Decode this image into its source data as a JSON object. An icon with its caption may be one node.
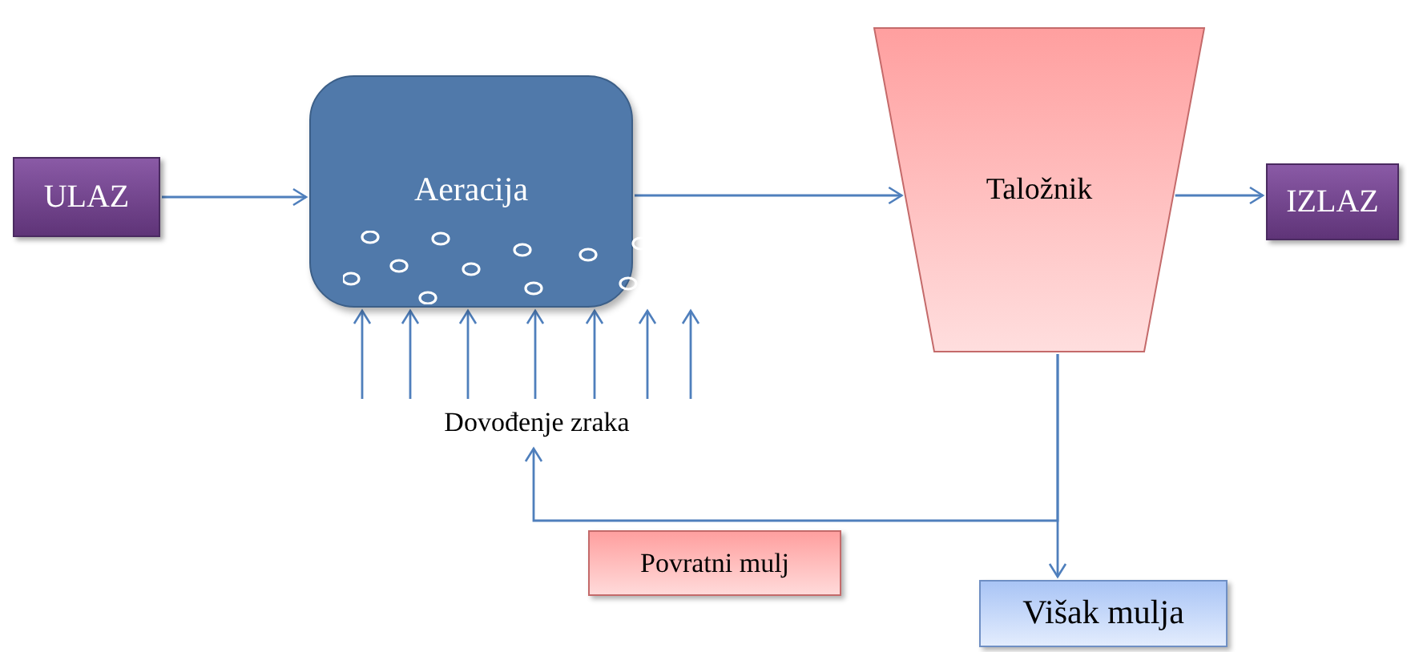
{
  "diagram": {
    "nodes": [
      {
        "text": [
          "ULAZ"
        ]
      },
      {
        "text": [
          "Aeracija"
        ]
      },
      {
        "text": [
          "Taložnik"
        ]
      },
      {
        "text": [
          "IZLAZ"
        ]
      },
      {
        "text": [
          "Dovođenje zraka"
        ]
      },
      {
        "text": [
          "Povratni mulj"
        ]
      },
      {
        "text": [
          "Višak mulja"
        ]
      }
    ],
    "edges": [
      {
        "from": 0,
        "to": 1,
        "arrow": "to"
      },
      {
        "from": 1,
        "to": 2,
        "arrow": "to"
      },
      {
        "from": 2,
        "to": 3,
        "arrow": "to"
      },
      {
        "from": 4,
        "to": 1,
        "arrow": "to"
      },
      {
        "from": 4,
        "to": 1,
        "arrow": "to"
      },
      {
        "from": 4,
        "to": 1,
        "arrow": "to"
      },
      {
        "from": 4,
        "to": 1,
        "arrow": "to"
      },
      {
        "from": 4,
        "to": 1,
        "arrow": "to"
      },
      {
        "from": 4,
        "to": 1,
        "arrow": "to"
      },
      {
        "from": 4,
        "to": 1,
        "arrow": "to"
      },
      {
        "from": 2,
        "to": 6,
        "arrow": "to"
      },
      {
        "from": 2,
        "to": 4,
        "arrow": "to"
      }
    ]
  }
}
